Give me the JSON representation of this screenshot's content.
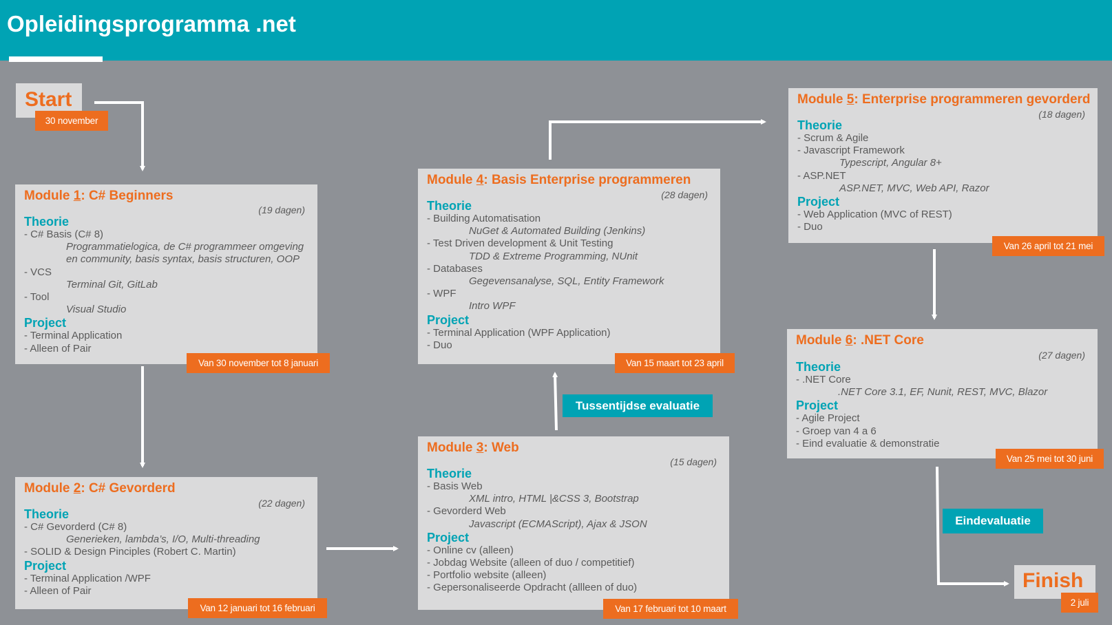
{
  "header": {
    "title": "Opleidingsprogramma .net"
  },
  "start": {
    "label": "Start",
    "date": "30 november"
  },
  "finish": {
    "label": "Finish",
    "date": "2 juli"
  },
  "modules": [
    {
      "prefix": "Module ",
      "num": "1",
      "name": ": C# Beginners",
      "days": "(19 dagen)",
      "theorie_label": "Theorie",
      "theorie": [
        {
          "text": "- C# Basis (C# 8)",
          "sub": false
        },
        {
          "text": "Programmatielogica, de C# programmeer omgeving",
          "sub": true
        },
        {
          "text": "en community, basis syntax, basis structuren, OOP",
          "sub": true
        },
        {
          "text": "- VCS",
          "sub": false
        },
        {
          "text": "Terminal Git, GitLab",
          "sub": true
        },
        {
          "text": "- Tool",
          "sub": false
        },
        {
          "text": "Visual Studio",
          "sub": true
        }
      ],
      "project_label": "Project",
      "project": [
        "- Terminal Application",
        "- Alleen of Pair"
      ],
      "period": "Van 30 november tot 8 januari"
    },
    {
      "prefix": "Module ",
      "num": "2",
      "name": ": C# Gevorderd",
      "days": "(22 dagen)",
      "theorie_label": "Theorie",
      "theorie": [
        {
          "text": "- C# Gevorderd (C# 8)",
          "sub": false
        },
        {
          "text": "Generieken, lambda’s, I/O, Multi-threading",
          "sub": true
        },
        {
          "text": "- SOLID & Design Pinciples (Robert C. Martin)",
          "sub": false
        }
      ],
      "project_label": "Project",
      "project": [
        "- Terminal Application /WPF",
        "- Alleen of Pair"
      ],
      "period": "Van 12 januari tot 16 februari"
    },
    {
      "prefix": "Module ",
      "num": "3",
      "name": ": Web",
      "days": "(15 dagen)",
      "theorie_label": "Theorie",
      "theorie": [
        {
          "text": "- Basis Web",
          "sub": false
        },
        {
          "text": "XML intro, HTML |&CSS 3, Bootstrap",
          "sub": true
        },
        {
          "text": "- Gevorderd Web",
          "sub": false
        },
        {
          "text": "Javascript (ECMAScript), Ajax & JSON",
          "sub": true
        }
      ],
      "project_label": "Project",
      "project": [
        "- Online cv (alleen)",
        "- Jobdag Website (alleen of duo / competitief)",
        "- Portfolio website (alleen)",
        "- Gepersonaliseerde Opdracht (allleen of duo)"
      ],
      "period": "Van 17 februari tot 10 maart"
    },
    {
      "prefix": "Module ",
      "num": "4",
      "name": ": Basis Enterprise programmeren",
      "days": "(28 dagen)",
      "theorie_label": "Theorie",
      "theorie": [
        {
          "text": "- Building Automatisation",
          "sub": false
        },
        {
          "text": "NuGet & Automated Building (Jenkins)",
          "sub": true
        },
        {
          "text": "- Test Driven development & Unit Testing",
          "sub": false
        },
        {
          "text": "TDD & Extreme Programming, NUnit",
          "sub": true
        },
        {
          "text": "- Databases",
          "sub": false
        },
        {
          "text": "Gegevensanalyse, SQL, Entity Framework",
          "sub": true
        },
        {
          "text": "- WPF",
          "sub": false
        },
        {
          "text": "Intro WPF",
          "sub": true
        }
      ],
      "project_label": "Project",
      "project": [
        "- Terminal Application (WPF Application)",
        "- Duo"
      ],
      "period": "Van 15 maart tot 23 april"
    },
    {
      "prefix": "Module ",
      "num": "5",
      "name": ": Enterprise programmeren gevorderd",
      "days": "(18 dagen)",
      "theorie_label": "Theorie",
      "theorie": [
        {
          "text": "- Scrum & Agile",
          "sub": false
        },
        {
          "text": "- Javascript Framework",
          "sub": false
        },
        {
          "text": "Typescript, Angular 8+",
          "sub": true
        },
        {
          "text": "- ASP.NET",
          "sub": false
        },
        {
          "text": "ASP.NET, MVC, Web API, Razor",
          "sub": true
        }
      ],
      "project_label": "Project",
      "project": [
        "- Web Application (MVC of REST)",
        "- Duo"
      ],
      "period": "Van 26 april tot 21 mei"
    },
    {
      "prefix": "Module ",
      "num": "6",
      "name": ": .NET Core",
      "days": "(27 dagen)",
      "theorie_label": "Theorie",
      "theorie": [
        {
          "text": "- .NET Core",
          "sub": false
        },
        {
          "text": ".NET Core 3.1, EF, Nunit, REST, MVC, Blazor",
          "sub": true
        }
      ],
      "project_label": "Project",
      "project": [
        "- Agile Project",
        "- Groep van 4 a 6",
        "- Eind evaluatie & demonstratie"
      ],
      "period": "Van 25 mei tot 30 juni"
    }
  ],
  "evaluations": {
    "mid": "Tussentijdse evaluatie",
    "end": "Eindevaluatie"
  },
  "colors": {
    "teal": "#00a3b4",
    "orange": "#ed6d1f",
    "background": "#8e9196",
    "box": "#dadadb"
  }
}
